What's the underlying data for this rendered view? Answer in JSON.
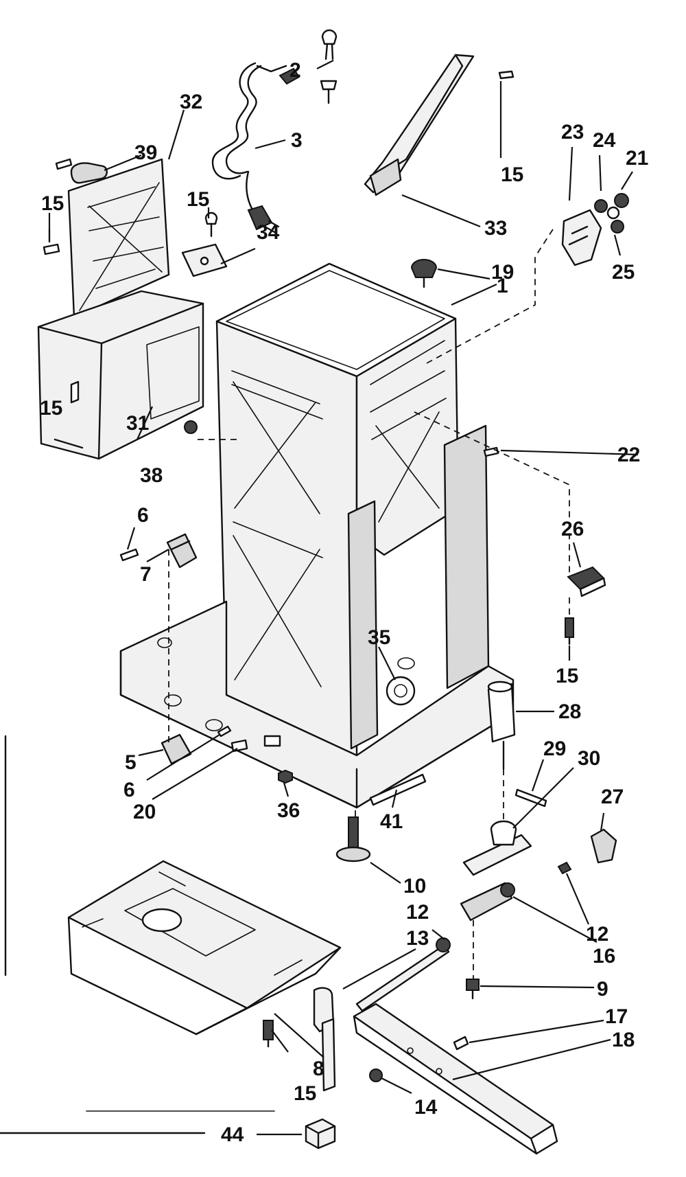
{
  "diagram": {
    "callouts": [
      {
        "id": "c-2",
        "text": "2"
      },
      {
        "id": "c-3",
        "text": "3"
      },
      {
        "id": "c-32",
        "text": "32"
      },
      {
        "id": "c-39",
        "text": "39"
      },
      {
        "id": "c-15a",
        "text": "15"
      },
      {
        "id": "c-15b",
        "text": "15"
      },
      {
        "id": "c-34",
        "text": "34"
      },
      {
        "id": "c-15c",
        "text": "15"
      },
      {
        "id": "c-33",
        "text": "33"
      },
      {
        "id": "c-19",
        "text": "19"
      },
      {
        "id": "c-1",
        "text": "1"
      },
      {
        "id": "c-23",
        "text": "23"
      },
      {
        "id": "c-24",
        "text": "24"
      },
      {
        "id": "c-21",
        "text": "21"
      },
      {
        "id": "c-25",
        "text": "25"
      },
      {
        "id": "c-15d",
        "text": "15"
      },
      {
        "id": "c-31",
        "text": "31"
      },
      {
        "id": "c-38",
        "text": "38"
      },
      {
        "id": "c-22",
        "text": "22"
      },
      {
        "id": "c-6a",
        "text": "6"
      },
      {
        "id": "c-7",
        "text": "7"
      },
      {
        "id": "c-26",
        "text": "26"
      },
      {
        "id": "c-35",
        "text": "35"
      },
      {
        "id": "c-15e",
        "text": "15"
      },
      {
        "id": "c-28",
        "text": "28"
      },
      {
        "id": "c-5",
        "text": "5"
      },
      {
        "id": "c-6b",
        "text": "6"
      },
      {
        "id": "c-20",
        "text": "20"
      },
      {
        "id": "c-36",
        "text": "36"
      },
      {
        "id": "c-41",
        "text": "41"
      },
      {
        "id": "c-29",
        "text": "29"
      },
      {
        "id": "c-30",
        "text": "30"
      },
      {
        "id": "c-27",
        "text": "27"
      },
      {
        "id": "c-10",
        "text": "10"
      },
      {
        "id": "c-12a",
        "text": "12"
      },
      {
        "id": "c-13",
        "text": "13"
      },
      {
        "id": "c-12b",
        "text": "12"
      },
      {
        "id": "c-16",
        "text": "16"
      },
      {
        "id": "c-9",
        "text": "9"
      },
      {
        "id": "c-8",
        "text": "8"
      },
      {
        "id": "c-17",
        "text": "17"
      },
      {
        "id": "c-18",
        "text": "18"
      },
      {
        "id": "c-15f",
        "text": "15"
      },
      {
        "id": "c-14",
        "text": "14"
      },
      {
        "id": "c-44",
        "text": "44"
      }
    ]
  }
}
